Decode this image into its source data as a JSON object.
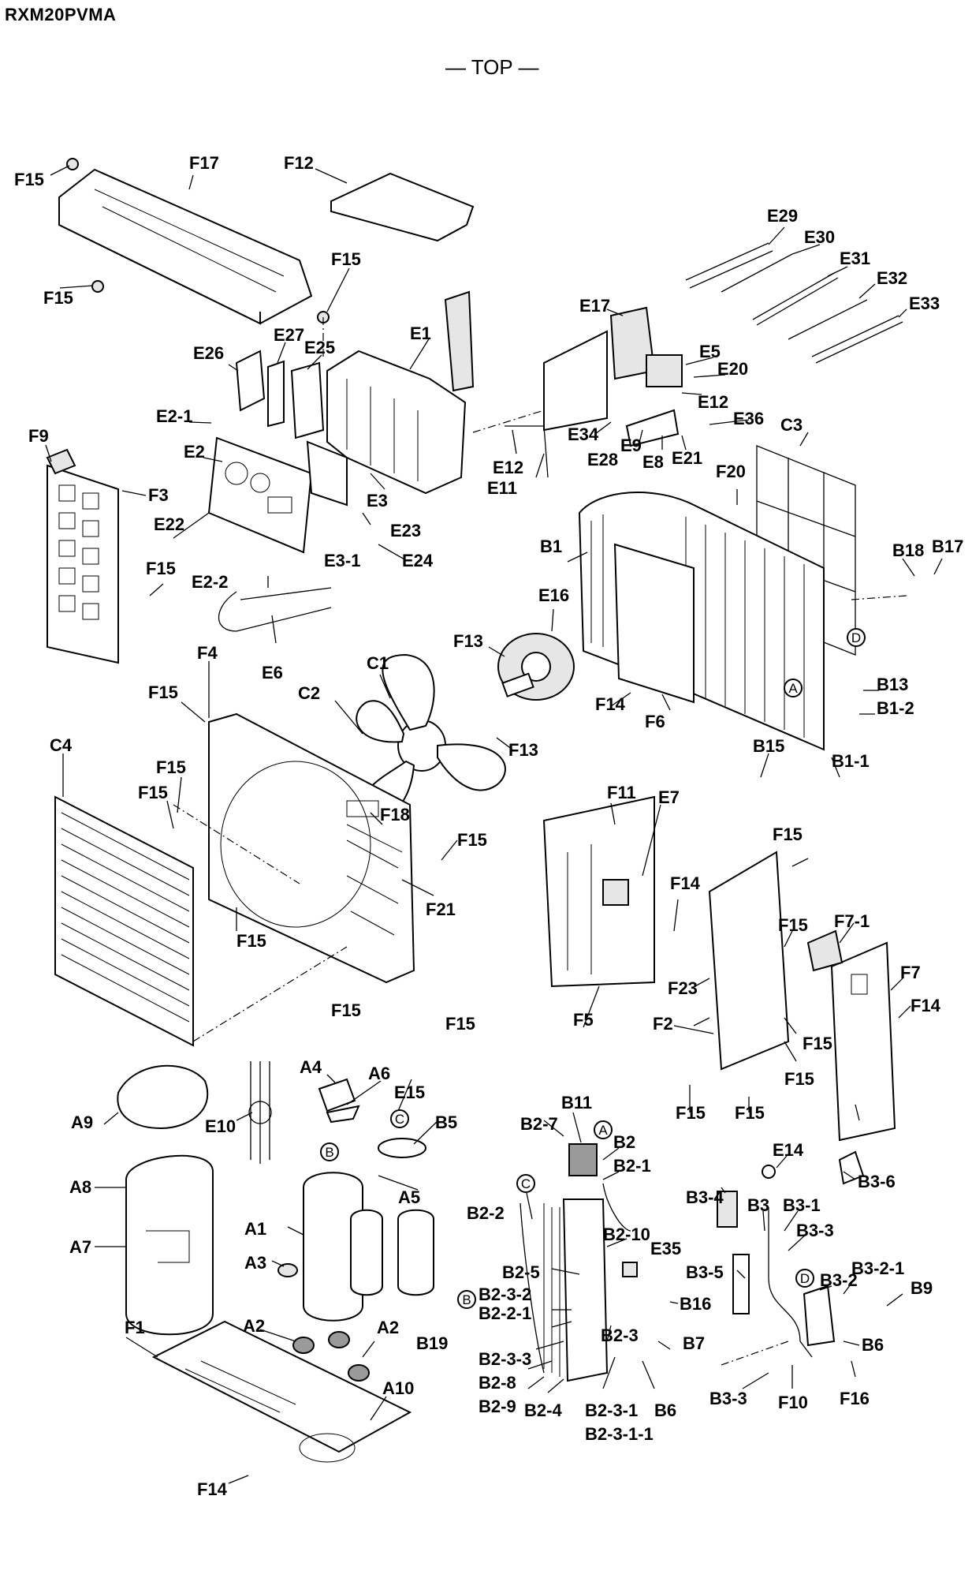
{
  "header": {
    "model": "RXM20PVMA",
    "orientation": "— TOP —"
  },
  "callouts": {
    "F15a": "F15",
    "F17": "F17",
    "F12": "F12",
    "F15b": "F15",
    "F15c": "F15",
    "E29": "E29",
    "E30": "E30",
    "E31": "E31",
    "E32": "E32",
    "E33": "E33",
    "E17": "E17",
    "E26": "E26",
    "E27": "E27",
    "E25": "E25",
    "E1": "E1",
    "E5": "E5",
    "E20": "E20",
    "E12a": "E12",
    "E36": "E36",
    "C3": "C3",
    "E2_1": "E2-1",
    "E34": "E34",
    "E9": "E9",
    "E8": "E8",
    "E28": "E28",
    "E21": "E21",
    "F9": "F9",
    "E2": "E2",
    "E12b": "E12",
    "E11": "E11",
    "F20": "F20",
    "F3": "F3",
    "E22": "E22",
    "E3": "E3",
    "E23": "E23",
    "E3_1": "E3-1",
    "E24": "E24",
    "B1": "B1",
    "F15d": "F15",
    "E2_2": "E2-2",
    "E16": "E16",
    "B18": "B18",
    "B17": "B17",
    "F13a": "F13",
    "E6": "E6",
    "F4": "F4",
    "C1": "C1",
    "F15e": "F15",
    "C2": "C2",
    "F14a": "F14",
    "F6": "F6",
    "B13": "B13",
    "B1_2": "B1-2",
    "F13b": "F13",
    "C4": "C4",
    "F15f": "F15",
    "F15g": "F15",
    "B15": "B15",
    "B1_1": "B1-1",
    "F18": "F18",
    "F11": "F11",
    "E7": "E7",
    "F15h": "F15",
    "F15i": "F15",
    "F21": "F21",
    "F14b": "F14",
    "F15j": "F15",
    "F7_1": "F7-1",
    "F15k": "F15",
    "F7": "F7",
    "F23": "F23",
    "F14c": "F14",
    "F15l": "F15",
    "F15m": "F15",
    "F5": "F5",
    "F2": "F2",
    "F15n": "F15",
    "F15o": "F15",
    "F15p": "F15",
    "F15q": "F15",
    "A4": "A4",
    "A6": "A6",
    "E15": "E15",
    "B11": "B11",
    "A9": "A9",
    "E10": "E10",
    "B5": "B5",
    "B2_7": "B2-7",
    "B2": "B2",
    "B2_1": "B2-1",
    "E14": "E14",
    "A8": "A8",
    "A5": "A5",
    "B3_6": "B3-6",
    "B3_4": "B3-4",
    "B3": "B3",
    "B3_1": "B3-1",
    "B2_2": "B2-2",
    "A1": "A1",
    "B2_10": "B2-10",
    "B3_3a": "B3-3",
    "E35": "E35",
    "A7": "A7",
    "A3": "A3",
    "B2_5": "B2-5",
    "B3_5": "B3-5",
    "B3_2": "B3-2",
    "B3_2_1": "B3-2-1",
    "B9": "B9",
    "B2_3_2": "B2-3-2",
    "B16": "B16",
    "B2_2_1": "B2-2-1",
    "B19": "B19",
    "F1": "F1",
    "A2a": "A2",
    "A2b": "A2",
    "B2_3": "B2-3",
    "B7": "B7",
    "B6a": "B6",
    "B2_3_3": "B2-3-3",
    "B2_8": "B2-8",
    "A10": "A10",
    "B3_3b": "B3-3",
    "F10": "F10",
    "F16": "F16",
    "B2_9": "B2-9",
    "B2_4": "B2-4",
    "B2_3_1": "B2-3-1",
    "B6b": "B6",
    "B2_3_1_1": "B2-3-1-1",
    "F14d": "F14"
  },
  "connection_marks": {
    "A1": "A",
    "A2": "A",
    "B1": "B",
    "B2": "B",
    "C1": "C",
    "C2": "C",
    "D1": "D",
    "D2": "D"
  }
}
